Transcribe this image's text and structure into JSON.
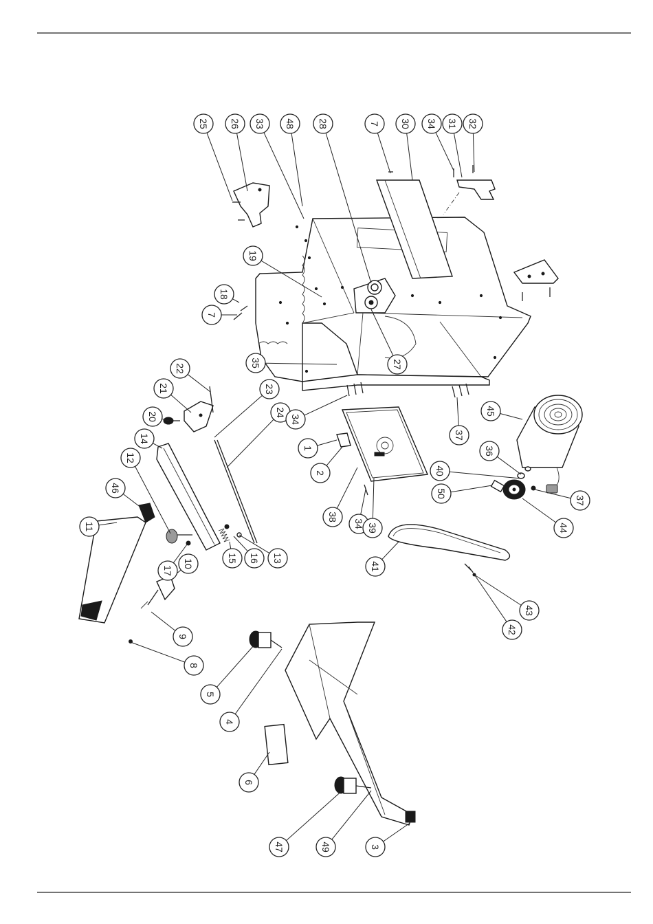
{
  "diagram": {
    "type": "exploded-parts-view",
    "callouts": [
      {
        "label": "25"
      },
      {
        "label": "26"
      },
      {
        "label": "33"
      },
      {
        "label": "48"
      },
      {
        "label": "28"
      },
      {
        "label": "7"
      },
      {
        "label": "30"
      },
      {
        "label": "34"
      },
      {
        "label": "31"
      },
      {
        "label": "32"
      },
      {
        "label": "19"
      },
      {
        "label": "18"
      },
      {
        "label": "7"
      },
      {
        "label": "27"
      },
      {
        "label": "35"
      },
      {
        "label": "22"
      },
      {
        "label": "21"
      },
      {
        "label": "20"
      },
      {
        "label": "23"
      },
      {
        "label": "24"
      },
      {
        "label": "34"
      },
      {
        "label": "1"
      },
      {
        "label": "2"
      },
      {
        "label": "38"
      },
      {
        "label": "37"
      },
      {
        "label": "45"
      },
      {
        "label": "36"
      },
      {
        "label": "40"
      },
      {
        "label": "14"
      },
      {
        "label": "12"
      },
      {
        "label": "46"
      },
      {
        "label": "11"
      },
      {
        "label": "17"
      },
      {
        "label": "15"
      },
      {
        "label": "16"
      },
      {
        "label": "13"
      },
      {
        "label": "34"
      },
      {
        "label": "39"
      },
      {
        "label": "50"
      },
      {
        "label": "44"
      },
      {
        "label": "37"
      },
      {
        "label": "41"
      },
      {
        "label": "10"
      },
      {
        "label": "9"
      },
      {
        "label": "8"
      },
      {
        "label": "42"
      },
      {
        "label": "43"
      },
      {
        "label": "5"
      },
      {
        "label": "4"
      },
      {
        "label": "6"
      },
      {
        "label": "47"
      },
      {
        "label": "49"
      },
      {
        "label": "3"
      }
    ]
  }
}
